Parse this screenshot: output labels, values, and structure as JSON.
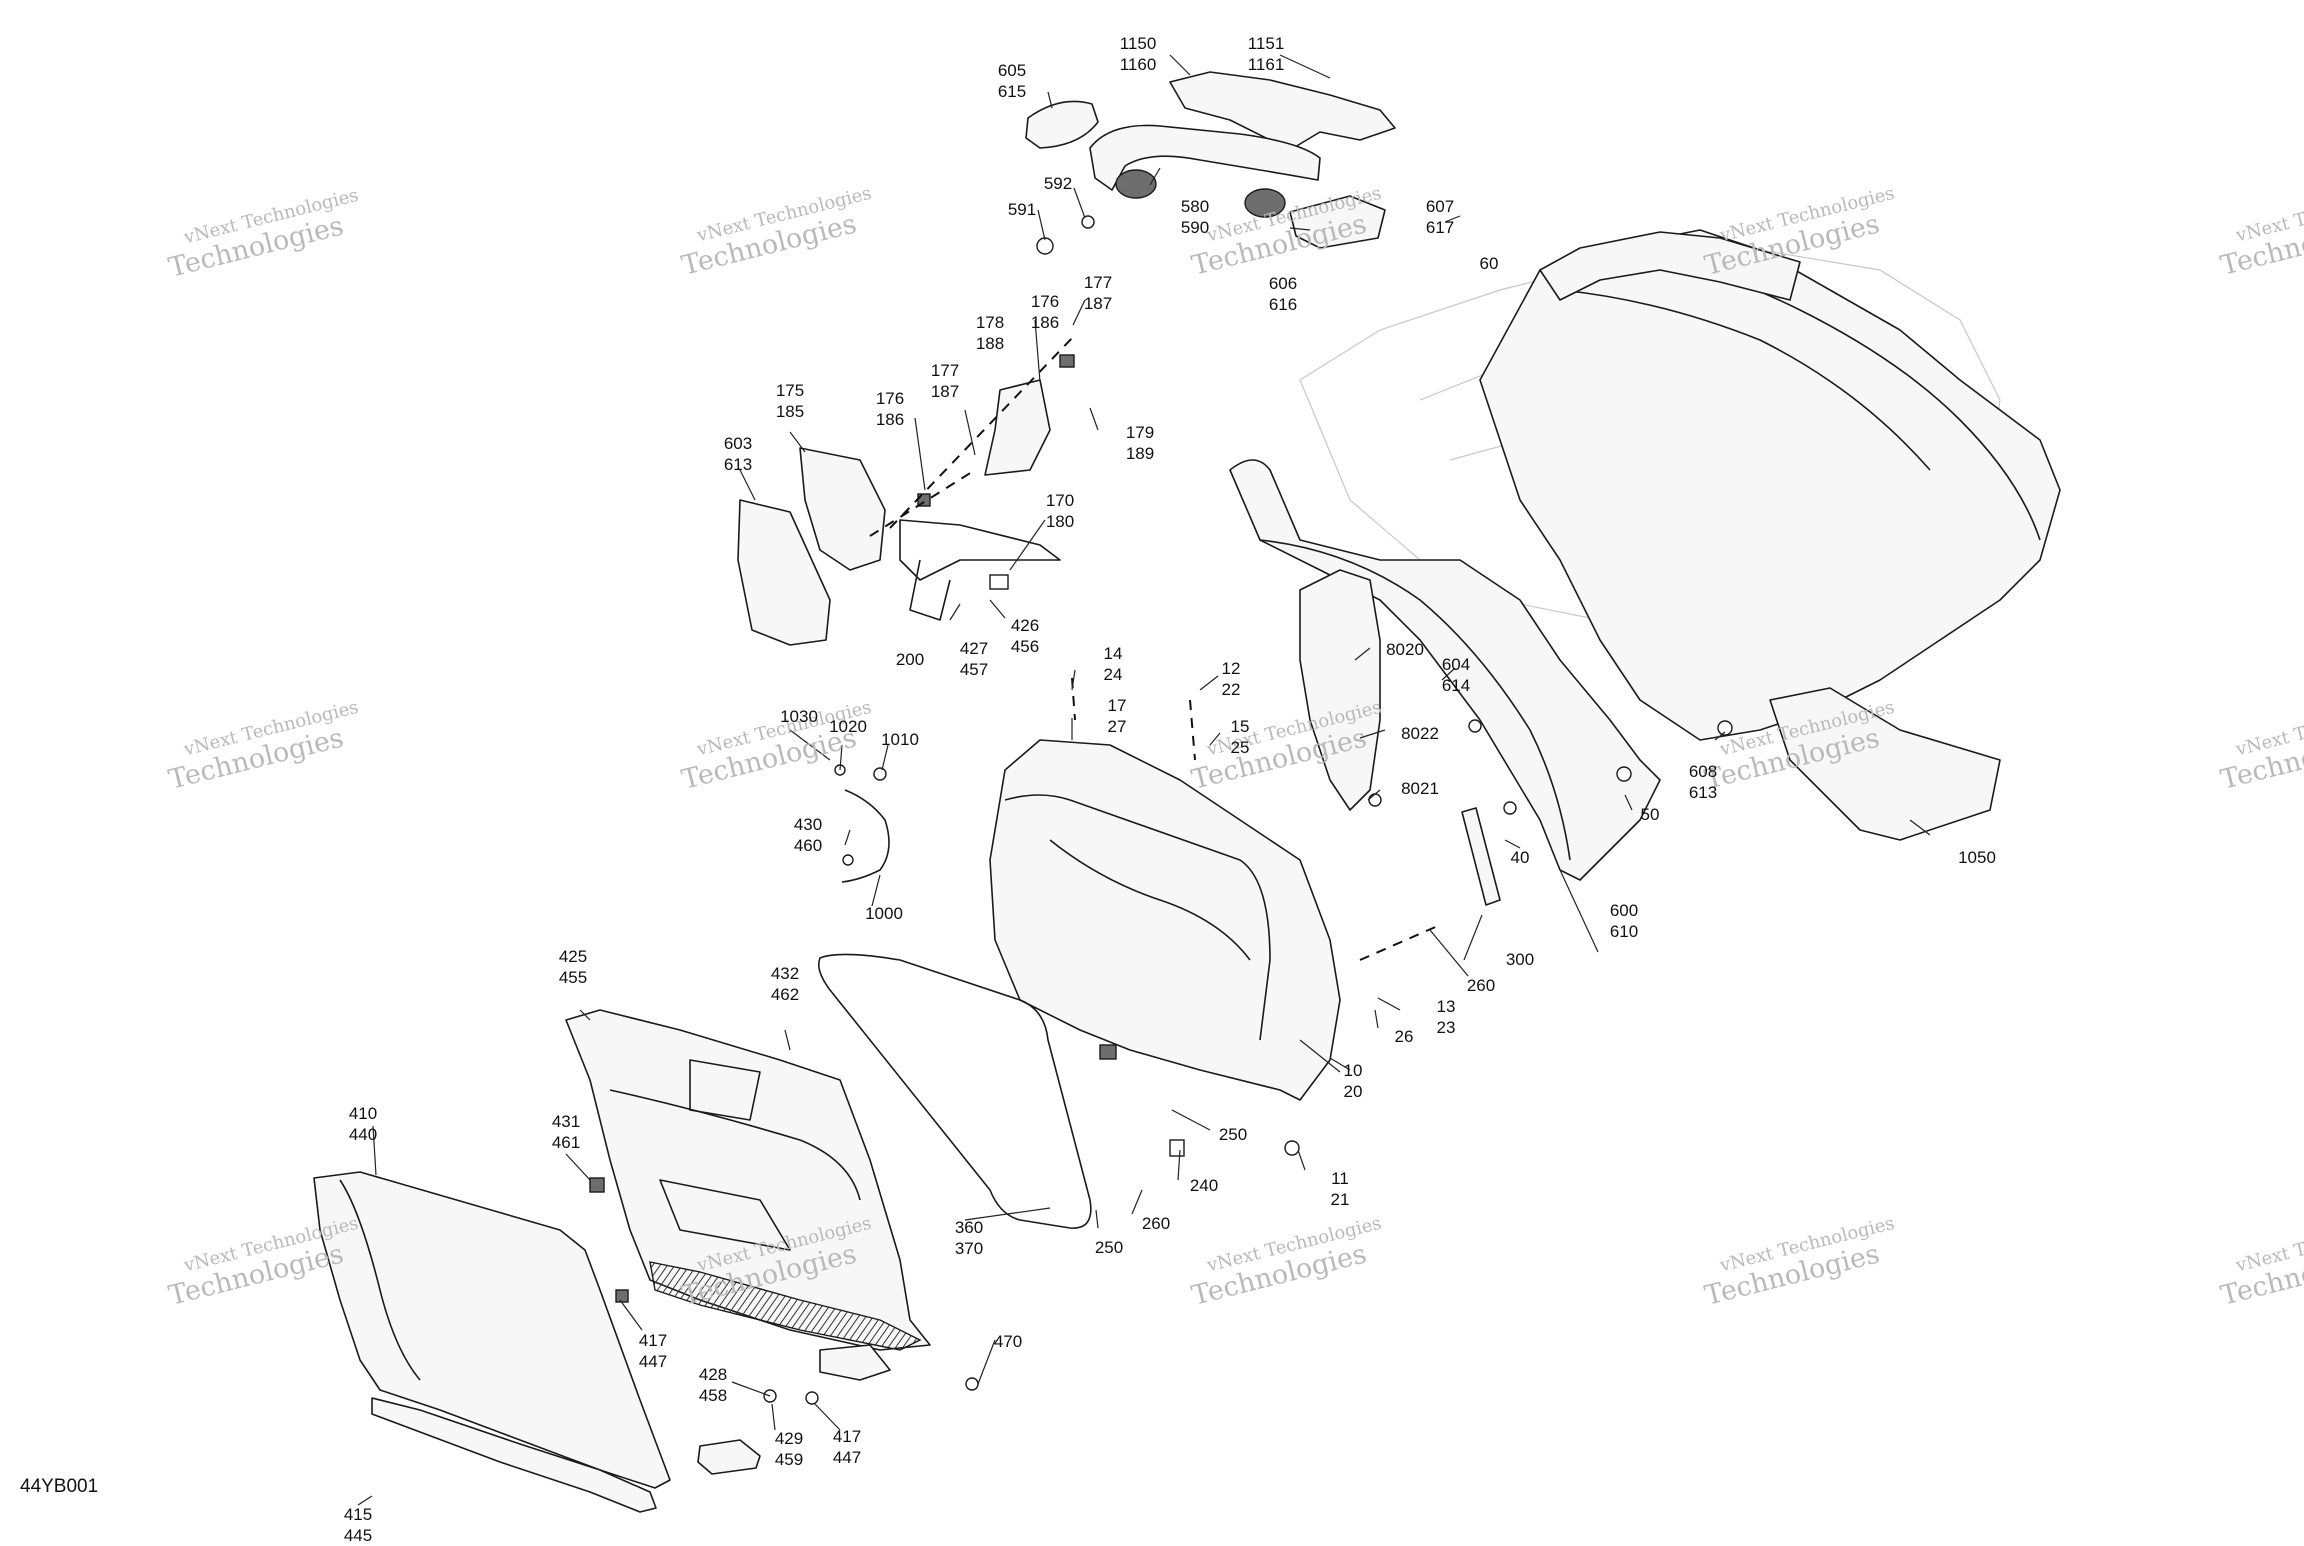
{
  "figure_id": "44YB001",
  "watermark": {
    "line1": "vNext Technologies",
    "line2": "Technologies"
  },
  "callouts": [
    "1150\n1160",
    "1151\n1161",
    "605\n615",
    "592",
    "591",
    "580\n590",
    "606\n616",
    "607\n617",
    "60",
    "177\n187",
    "176\n186",
    "178\n188",
    "177\n187",
    "179\n189",
    "175\n185",
    "176\n186",
    "603\n613",
    "170\n180",
    "426\n456",
    "427\n457",
    "200",
    "14\n24",
    "12\n22",
    "8020",
    "604\n614",
    "17\n27",
    "15\n25",
    "8022",
    "608\n613",
    "8021",
    "50",
    "1050",
    "1030",
    "1020",
    "1010",
    "430\n460",
    "1000",
    "40",
    "300",
    "600\n610",
    "260",
    "13\n23",
    "26",
    "425\n455",
    "432\n462",
    "10\n20",
    "410\n440",
    "431\n461",
    "250",
    "11\n21",
    "240",
    "360\n370",
    "260",
    "250",
    "417\n447",
    "470",
    "428\n458",
    "429\n459",
    "417\n447",
    "415\n445"
  ]
}
